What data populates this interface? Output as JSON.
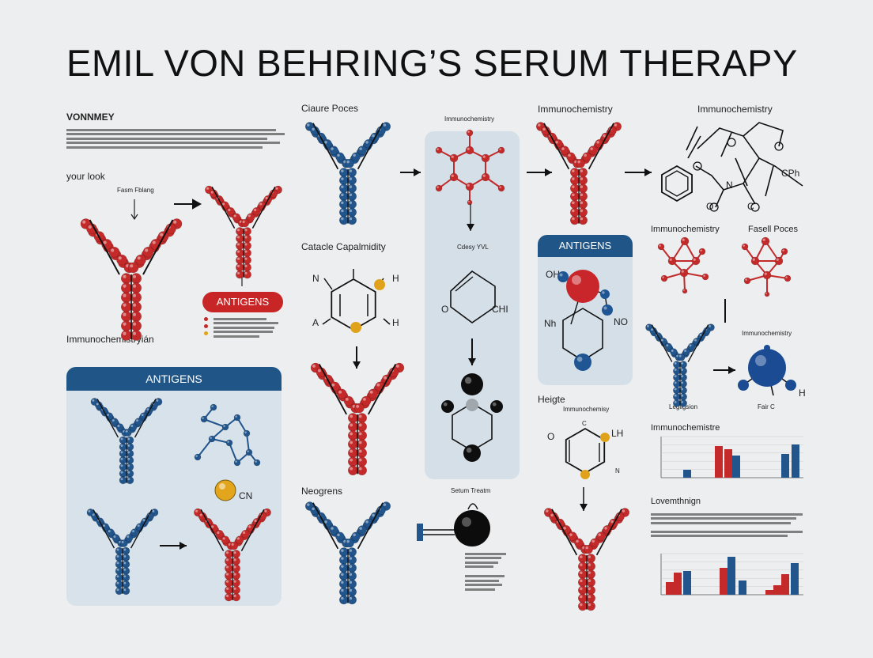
{
  "title": "EMIL VON BEHRING’S SERUM  THERAPY",
  "labels": {
    "vonnmey": "VONNMEY",
    "your_look": "your look",
    "fasm_fblang": "Fasm Fblang",
    "antigens_badge": "ANTIGENS",
    "immunochemistry_left": "Immunochemistryián",
    "antigens_panel_left": "ANTIGENS",
    "cn": "CN",
    "ciaure_poces": "Ciaure Poces",
    "catacle_capability": "Catacle Capalmidity",
    "neogrens": "Neogrens",
    "immunochemistry_top": "Immunochemistry",
    "cdesy_yvl": "Cdesy YVL",
    "chi": "CHI",
    "setum_treatm": "Setum Treatm",
    "immunochemistry_2": "Immunochemistry",
    "antigens_panel_mid": "ANTIGENS",
    "heigte": "Heigte",
    "immunochemistry_small": "Immunochemisy",
    "lh": "LH",
    "n_label": "N",
    "immunochemistry_3": "Immunochemistry",
    "cph": "CPh",
    "immunochemistry_4": "Immunochemistry",
    "fasell_poces": "Fasell Poces",
    "immunochemistry_5": "Immunochemistry",
    "h_label": "H",
    "legligsion": "Legligsion",
    "fair_c": "Fair C",
    "immunochemistry_6": "Immunochemistre",
    "lovemthnign": "Lovemthnign",
    "oh": "OH",
    "nh": "Nh",
    "no": "NO",
    "hex_n": "N",
    "hex_h1": "H",
    "hex_a": "A",
    "hex_h2": "H",
    "hex_o": "O",
    "o_label": "O",
    "c_label": "C",
    "mid_o": "O"
  },
  "colors": {
    "red": "#c42a2a",
    "blue": "#21558c",
    "navy": "#1f5687",
    "gold": "#e0a21a",
    "black": "#111111",
    "panel_blue": "#d4dfe8"
  }
}
